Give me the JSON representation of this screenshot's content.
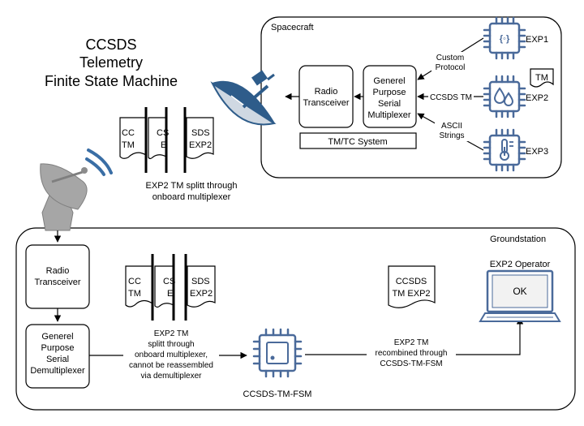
{
  "title": {
    "line1": "CCSDS",
    "line2": "Telemetry",
    "line3": "Finite State Machine"
  },
  "spacecraft": {
    "label": "Spacecraft",
    "radio_line1": "Radio",
    "radio_line2": "Transceiver",
    "mux_line1": "Generel",
    "mux_line2": "Purpose",
    "mux_line3": "Serial",
    "mux_line4": "Multiplexer",
    "tmtc_label": "TM/TC System",
    "exp1_label": "EXP1",
    "exp2_label": "EXP2",
    "exp3_label": "EXP3",
    "tm_doc_label": "TM",
    "custom_line1": "Custom",
    "custom_line2": "Protocol",
    "ccsds_tm_label": "CCSDS TM",
    "ascii_line1": "ASCII",
    "ascii_line2": "Strings"
  },
  "upper_packets": {
    "p1_line1": "CC",
    "p1_line2": "TM",
    "p2_line1": "CS",
    "p2_line2": "E",
    "p3_line1": "SDS",
    "p3_line2": "EXP2",
    "caption_line1": "EXP2 TM splitt through",
    "caption_line2": "onboard multiplexer"
  },
  "groundstation": {
    "label": "Groundstation",
    "radio_line1": "Radio",
    "radio_line2": "Transceiver",
    "demux_line1": "Generel",
    "demux_line2": "Purpose",
    "demux_line3": "Serial",
    "demux_line4": "Demultiplexer",
    "p1_line1": "CC",
    "p1_line2": "TM",
    "p2_line1": "CS",
    "p2_line2": "E",
    "p3_line1": "SDS",
    "p3_line2": "EXP2",
    "split_line1": "EXP2 TM",
    "split_line2": "splitt through",
    "split_line3": "onboard multiplexer,",
    "split_line4": "cannot be reassembled",
    "split_line5": "via demultiplexer",
    "fsm_label": "CCSDS-TM-FSM",
    "recombined_line1": "EXP2 TM",
    "recombined_line2": "recombined through",
    "recombined_line3": "CCSDS-TM-FSM",
    "packet_line1": "CCSDS",
    "packet_line2": "TM EXP2",
    "operator_label": "EXP2 Operator",
    "monitor_text": "OK"
  },
  "colors": {
    "icon_blue": "#4a6a9a",
    "dish_blue": "#2e5c8a",
    "dish_gray": "#a6a6a6",
    "wave_blue": "#3a6ea5",
    "screen_fill": "#f2f2f2"
  }
}
